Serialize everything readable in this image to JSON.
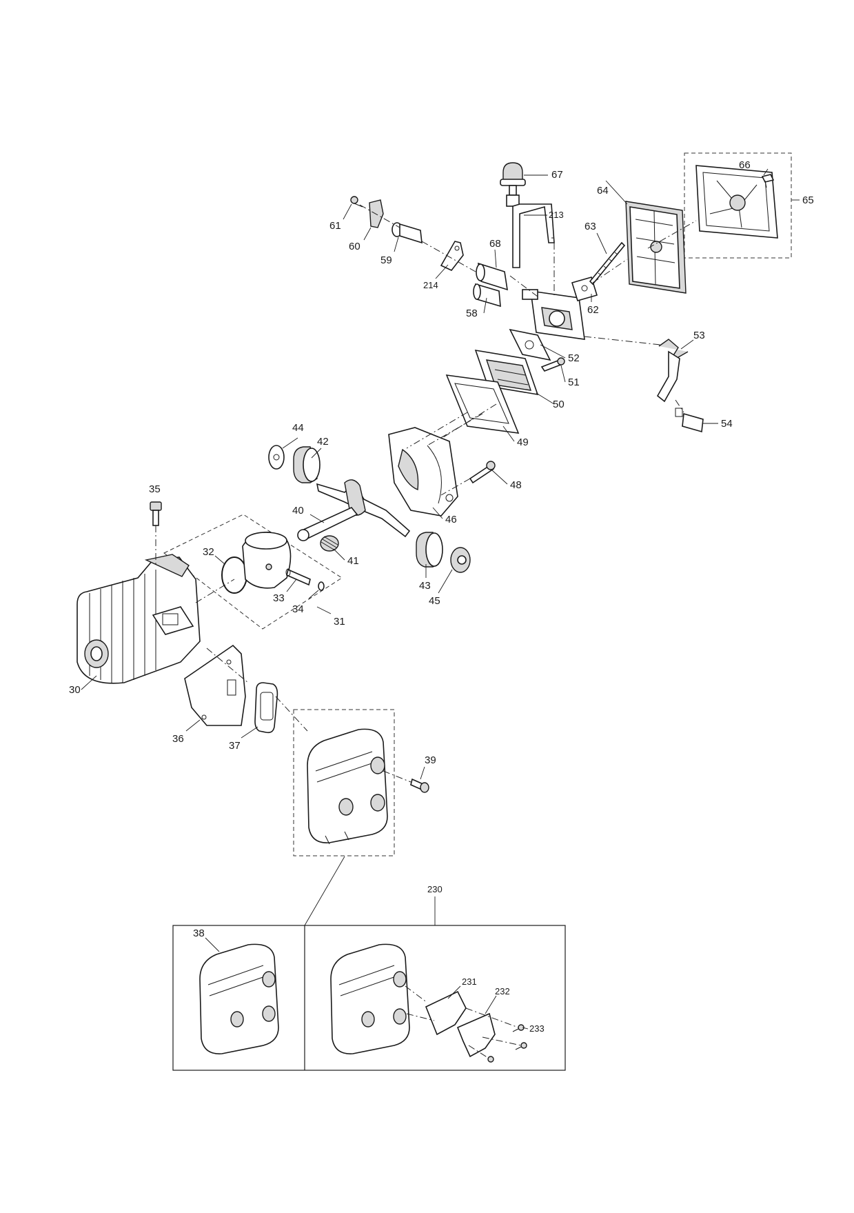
{
  "callouts": {
    "c30": "30",
    "c31": "31",
    "c32": "32",
    "c33": "33",
    "c34": "34",
    "c35": "35",
    "c36": "36",
    "c37": "37",
    "c38": "38",
    "c39": "39",
    "c40": "40",
    "c41": "41",
    "c42": "42",
    "c43": "43",
    "c44": "44",
    "c45": "45",
    "c46": "46",
    "c48": "48",
    "c49": "49",
    "c50": "50",
    "c51": "51",
    "c52": "52",
    "c53": "53",
    "c54": "54",
    "c58": "58",
    "c59": "59",
    "c60": "60",
    "c61": "61",
    "c62": "62",
    "c63": "63",
    "c64": "64",
    "c65": "65",
    "c66": "66",
    "c67": "67",
    "c68": "68",
    "c213": "213",
    "c214": "214",
    "c230": "230",
    "c231": "231",
    "c232": "232",
    "c233": "233"
  }
}
